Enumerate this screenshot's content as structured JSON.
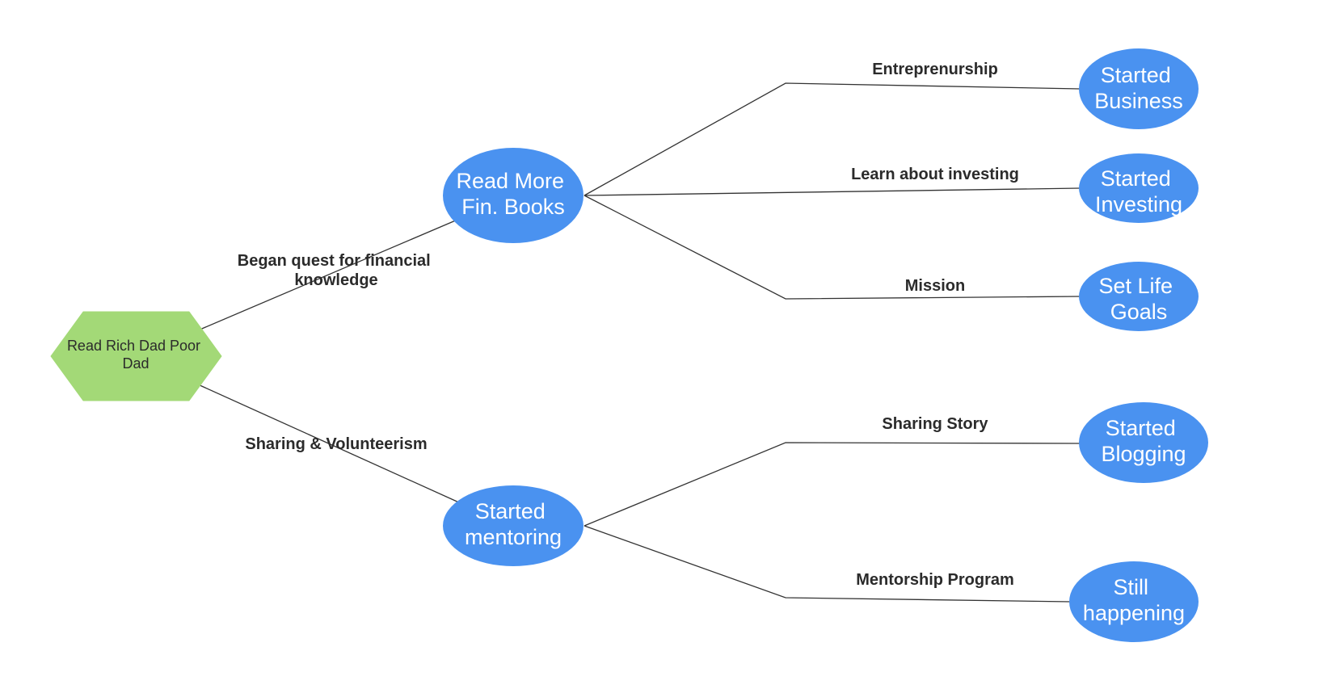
{
  "colors": {
    "root_fill": "#a3d977",
    "node_fill": "#4a92f0",
    "node_text": "#ffffff",
    "edge_stroke": "#333333",
    "label_text": "#2b2b2b"
  },
  "root": {
    "label_lines": [
      "Read Rich Dad Poor",
      "Dad"
    ]
  },
  "branches": {
    "books": {
      "edge_label_lines": [
        "Began quest for financial",
        "knowledge"
      ],
      "node_label_lines": [
        "Read More",
        "Fin. Books"
      ]
    },
    "mentoring": {
      "edge_label_lines": [
        "Sharing & Volunteerism"
      ],
      "node_label_lines": [
        "Started",
        "mentoring"
      ]
    }
  },
  "leaves": {
    "business": {
      "edge_label": "Entreprenurship",
      "node_label_lines": [
        "Started",
        "Business"
      ]
    },
    "investing": {
      "edge_label": "Learn about investing",
      "node_label_lines": [
        "Started",
        "Investing"
      ]
    },
    "goals": {
      "edge_label": "Mission",
      "node_label_lines": [
        "Set Life",
        "Goals"
      ]
    },
    "blogging": {
      "edge_label": "Sharing Story",
      "node_label_lines": [
        "Started",
        "Blogging"
      ]
    },
    "happening": {
      "edge_label": "Mentorship Program",
      "node_label_lines": [
        "Still",
        "happening"
      ]
    }
  }
}
